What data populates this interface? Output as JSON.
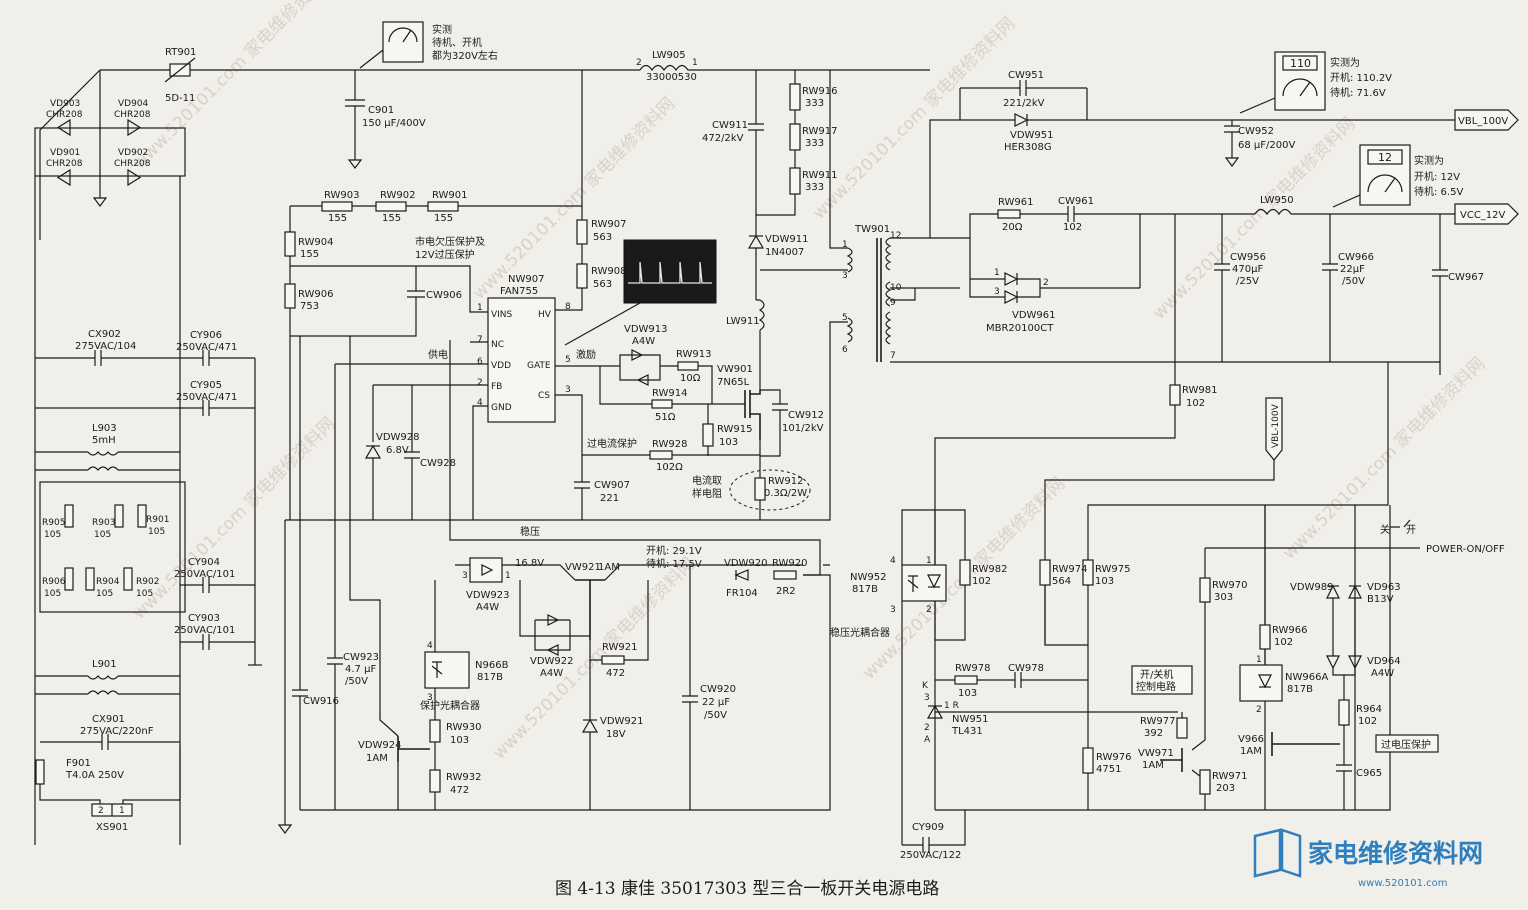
{
  "figure": {
    "caption": "图 4-13   康佳 35017303 型三合一板开关电源电路",
    "site_logo_text": "家电维修资料网",
    "site_logo_url": "www.520101.com",
    "watermark": "www.520101.com 家电维修资料网"
  },
  "annotations": {
    "meter1_title": "实测",
    "meter1_line1": "待机、开机",
    "meter1_line2": "都为320V左右",
    "meter2_reading": "110",
    "meter2_title": "实测为",
    "meter2_line1": "开机: 110.2V",
    "meter2_line2": "待机: 71.6V",
    "meter3_reading": "12",
    "meter3_title": "实测为",
    "meter3_line1": "开机: 12V",
    "meter3_line2": "待机: 6.5V",
    "undervoltage_label_1": "市电欠压保护及",
    "undervoltage_label_2": "12V过压保护",
    "supply_label": "供电",
    "drive_label": "激励",
    "overcurrent_label": "过电流保护",
    "sense_label_1": "电流取",
    "sense_label_2": "样电阻",
    "regulate_label": "稳压",
    "run_label": "开机: 29.1V",
    "standby_label": "待机: 17.5V",
    "v168_label": "16.8V",
    "opto_prot_label": "保护光耦合器",
    "opto_reg_label": "稳压光耦合器",
    "power_switch_label_1": "开/关机",
    "power_switch_label_2": "控制电路",
    "ovp_label": "过电压保护",
    "off_label": "关",
    "on_label": "开",
    "power_on_off": "POWER-ON/OFF",
    "vbl_out": "VBL_100V",
    "vcc_out": "VCC_12V",
    "vbl_vertical": "VBL-100V"
  },
  "parts": {
    "rt901": "RT901",
    "rt901_val": "5D-11",
    "vd903": "VD903",
    "vd903_val": "CHR208",
    "vd904": "VD904",
    "vd904_val": "CHR208",
    "vd901": "VD901",
    "vd901_val": "CHR208",
    "vd902": "VD902",
    "vd902_val": "CHR208",
    "c901": "C901",
    "c901_val": "150 μF/400V",
    "lw905": "LW905",
    "lw905_val": "33000530",
    "cw911": "CW911",
    "cw911_val": "472/2kV",
    "rw916": "RW916",
    "rw916_val": "333",
    "rw917": "RW917",
    "rw917_val": "333",
    "rw911": "RW911",
    "rw911_val": "333",
    "rw903": "RW903",
    "rw903_val": "155",
    "rw902": "RW902",
    "rw902_val": "155",
    "rw901": "RW901",
    "rw901_val": "155",
    "rw904": "RW904",
    "rw904_val": "155",
    "rw906": "RW906",
    "rw906_val": "753",
    "cw906": "CW906",
    "rw907": "RW907",
    "rw907_val": "563",
    "rw908": "RW908",
    "rw908_val": "563",
    "nw907": "NW907",
    "nw907_val": "FAN755",
    "pin_vins": "VINS",
    "pin_hv": "HV",
    "pin_nc": "NC",
    "pin_vdd": "VDD",
    "pin_gate": "GATE",
    "pin_fb": "FB",
    "pin_cs": "CS",
    "pin_gnd": "GND",
    "vdw911": "VDW911",
    "vdw911_val": "1N4007",
    "lw911": "LW911",
    "vdw913": "VDW913",
    "vdw913_val": "A4W",
    "rw913": "RW913",
    "rw913_val": "10Ω",
    "vw901": "VW901",
    "vw901_val": "7N65L",
    "rw914": "RW914",
    "rw914_val": "51Ω",
    "rw915": "RW915",
    "rw915_val": "103",
    "cw912": "CW912",
    "cw912_val": "101/2kV",
    "rw928": "RW928",
    "rw928_val": "102Ω",
    "rw912": "RW912",
    "rw912_val": "0.3Ω/2W",
    "cw907": "CW907",
    "cw907_val": "221",
    "vdw928": "VDW928",
    "vdw928_val": "6.8V",
    "cw928": "CW928",
    "tw901": "TW901",
    "cw951": "CW951",
    "cw951_val": "221/2kV",
    "vdw951": "VDW951",
    "vdw951_val": "HER308G",
    "cw952": "CW952",
    "cw952_val": "68 μF/200V",
    "rw961": "RW961",
    "rw961_val": "20Ω",
    "cw961": "CW961",
    "cw961_val": "102",
    "lw950": "LW950",
    "vdw961": "VDW961",
    "vdw961_val": "MBR20100CT",
    "cw956": "CW956",
    "cw956_val1": "470μF",
    "cw956_val2": "/25V",
    "cw966": "CW966",
    "cw966_val1": "22μF",
    "cw966_val2": "/50V",
    "cw967": "CW967",
    "rw981": "RW981",
    "rw981_val": "102",
    "cx902": "CX902",
    "cx902_val": "275VAC/104",
    "cy906": "CY906",
    "cy906_val": "250VAC/471",
    "cy905": "CY905",
    "cy905_val": "250VAC/471",
    "l903": "L903",
    "l903_val": "5mH",
    "r905": "R905",
    "r905_val": "105",
    "r903": "R903",
    "r903_val": "105",
    "r901": "R901",
    "r901_val": "105",
    "r906": "R906",
    "r906_val": "105",
    "r904": "R904",
    "r904_val": "105",
    "r902": "R902",
    "r902_val": "105",
    "cy904": "CY904",
    "cy904_val": "250VAC/101",
    "cy903": "CY903",
    "cy903_val": "250VAC/101",
    "l901": "L901",
    "cx901": "CX901",
    "cx901_val": "275VAC/220nF",
    "f901": "F901",
    "f901_val": "T4.0A 250V",
    "xs901": "XS901",
    "xs_pin2": "2",
    "xs_pin1": "1",
    "vdw923": "VDW923",
    "vdw923_val": "A4W",
    "vw921": "VW921",
    "vw921_val": "1AM",
    "vdw920": "VDW920",
    "vdw920_val": "FR104",
    "rw920": "RW920",
    "rw920_val": "2R2",
    "vdw922": "VDW922",
    "vdw922_val": "A4W",
    "rw921": "RW921",
    "rw921_val": "472",
    "cw920": "CW920",
    "cw920_val1": "22 μF",
    "cw920_val2": "/50V",
    "vdw921": "VDW921",
    "vdw921_val": "18V",
    "cw923": "CW923",
    "cw923_val1": "4.7 μF",
    "cw923_val2": "/50V",
    "cw916": "CW916",
    "n966b": "N966B",
    "n966b_val": "817B",
    "rw930": "RW930",
    "rw930_val": "103",
    "rw932": "RW932",
    "rw932_val": "472",
    "vdw924": "VDW924",
    "vdw924_val": "1AM",
    "nw952": "NW952",
    "nw952_val": "817B",
    "rw982": "RW982",
    "rw982_val": "102",
    "rw974": "RW974",
    "rw974_val": "564",
    "rw975": "RW975",
    "rw975_val": "103",
    "rw978": "RW978",
    "rw978_val": "103",
    "cw978": "CW978",
    "nw951": "NW951",
    "nw951_val": "TL431",
    "rw976": "RW976",
    "rw976_val": "4751",
    "rw977": "RW977",
    "rw977_val": "392",
    "vw971": "VW971",
    "vw971_val": "1AM",
    "rw970": "RW970",
    "rw970_val": "303",
    "rw971": "RW971",
    "rw971_val": "203",
    "rw966": "RW966",
    "rw966_val": "102",
    "nw966a": "NW966A",
    "nw966a_val": "817B",
    "v966": "V966",
    "v966_val": "1AM",
    "vdw989": "VDW989",
    "vd963": "VD963",
    "vd963_val": "B13V",
    "vd964": "VD964",
    "vd964_val": "A4W",
    "r964": "R964",
    "r964_val": "102",
    "c965": "C965",
    "cy909": "CY909",
    "cy909_val": "250VAC/122"
  }
}
